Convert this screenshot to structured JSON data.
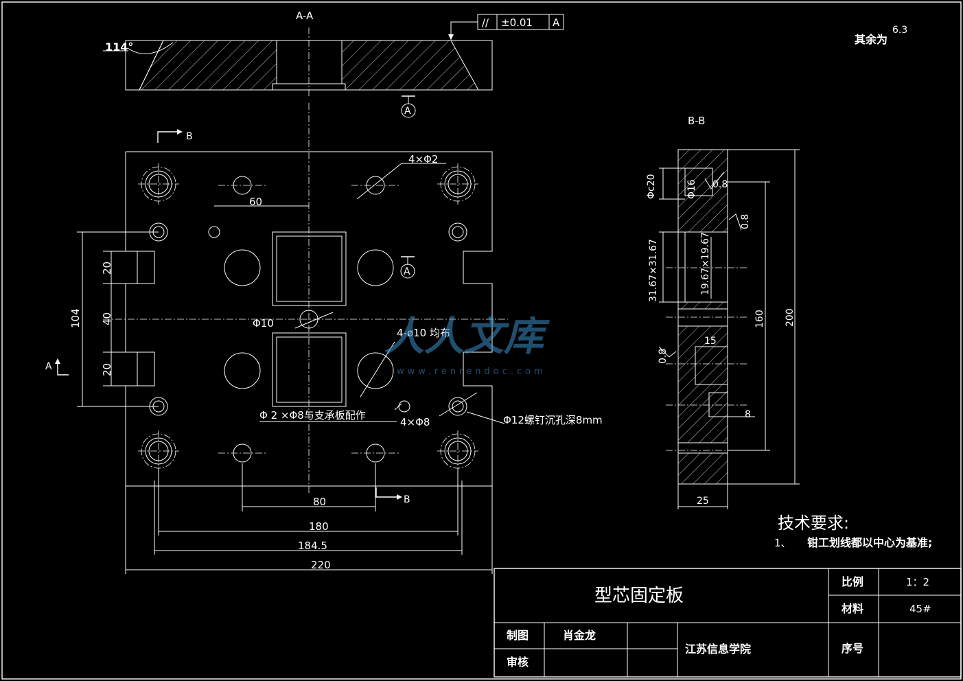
{
  "views": {
    "section_aa": "A-A",
    "section_bb": "B-B",
    "angle": "114°",
    "tolerance": {
      "symbol": "//",
      "value": "±0.01",
      "datum": "A"
    },
    "roughness_rest": "其余为",
    "roughness_rest_value": "6.3",
    "datum_marker": "A",
    "cut_b": "B",
    "cut_a": "A"
  },
  "dims": {
    "d4x2": "4×Φ2",
    "d60": "60",
    "d20a": "20",
    "d40": "40",
    "d20b": "20",
    "d104": "104",
    "phi10": "Φ10",
    "holes4x10": "4-ø10 均布",
    "pins": "Φ 2 ×Φ8与支承板配作",
    "holes4x8": "4×Φ8",
    "screw": "Φ12螺钉沉孔深8mm",
    "d80": "80",
    "d180": "180",
    "d184": "184.5",
    "d220": "220"
  },
  "bb_dims": {
    "phi_c20": "Φc20",
    "phi16": "Φ16",
    "r08a": "0.8",
    "r08b": "0.8",
    "r08c": "0.8",
    "d31": "31.67×31.67",
    "d19": "19.67×19.67",
    "d160": "160",
    "d200": "200",
    "d15": "15",
    "d8": "8",
    "d25": "25"
  },
  "tech": {
    "heading": "技术要求:",
    "item_no": "1、",
    "item_text": "钳工划线都以中心为基准;"
  },
  "title_block": {
    "title": "型芯固定板",
    "scale_label": "比例",
    "scale_value": "1：2",
    "material_label": "材料",
    "material_value": "45#",
    "drawn_label": "制图",
    "drawn_by": "肖金龙",
    "check_label": "审核",
    "school": "江苏信息学院",
    "seq_label": "序号"
  },
  "watermark": {
    "text": "人人文库",
    "url": "www.renrendoc.com"
  }
}
